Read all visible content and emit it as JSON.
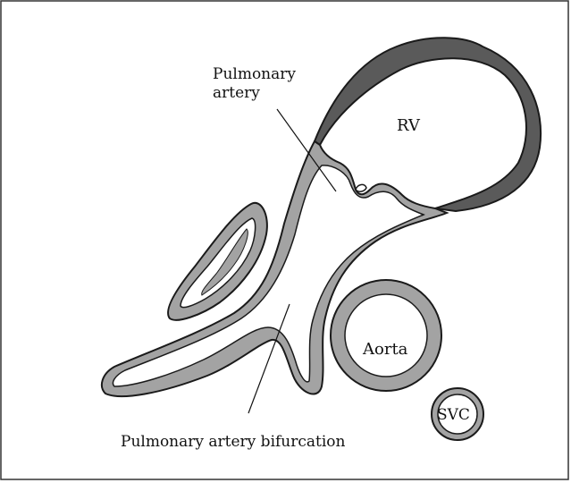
{
  "labels": {
    "pulmonary_artery_line1": "Pulmonary",
    "pulmonary_artery_line2": "artery",
    "rv": "RV",
    "aorta": "Aorta",
    "svc": "SVC",
    "bifurcation": "Pulmonary artery bifurcation"
  },
  "colors": {
    "wall_fill": "#a3a3a3",
    "myocardium_fill": "#5a5a5a",
    "outline": "#1a1a1a",
    "background": "#ffffff"
  }
}
